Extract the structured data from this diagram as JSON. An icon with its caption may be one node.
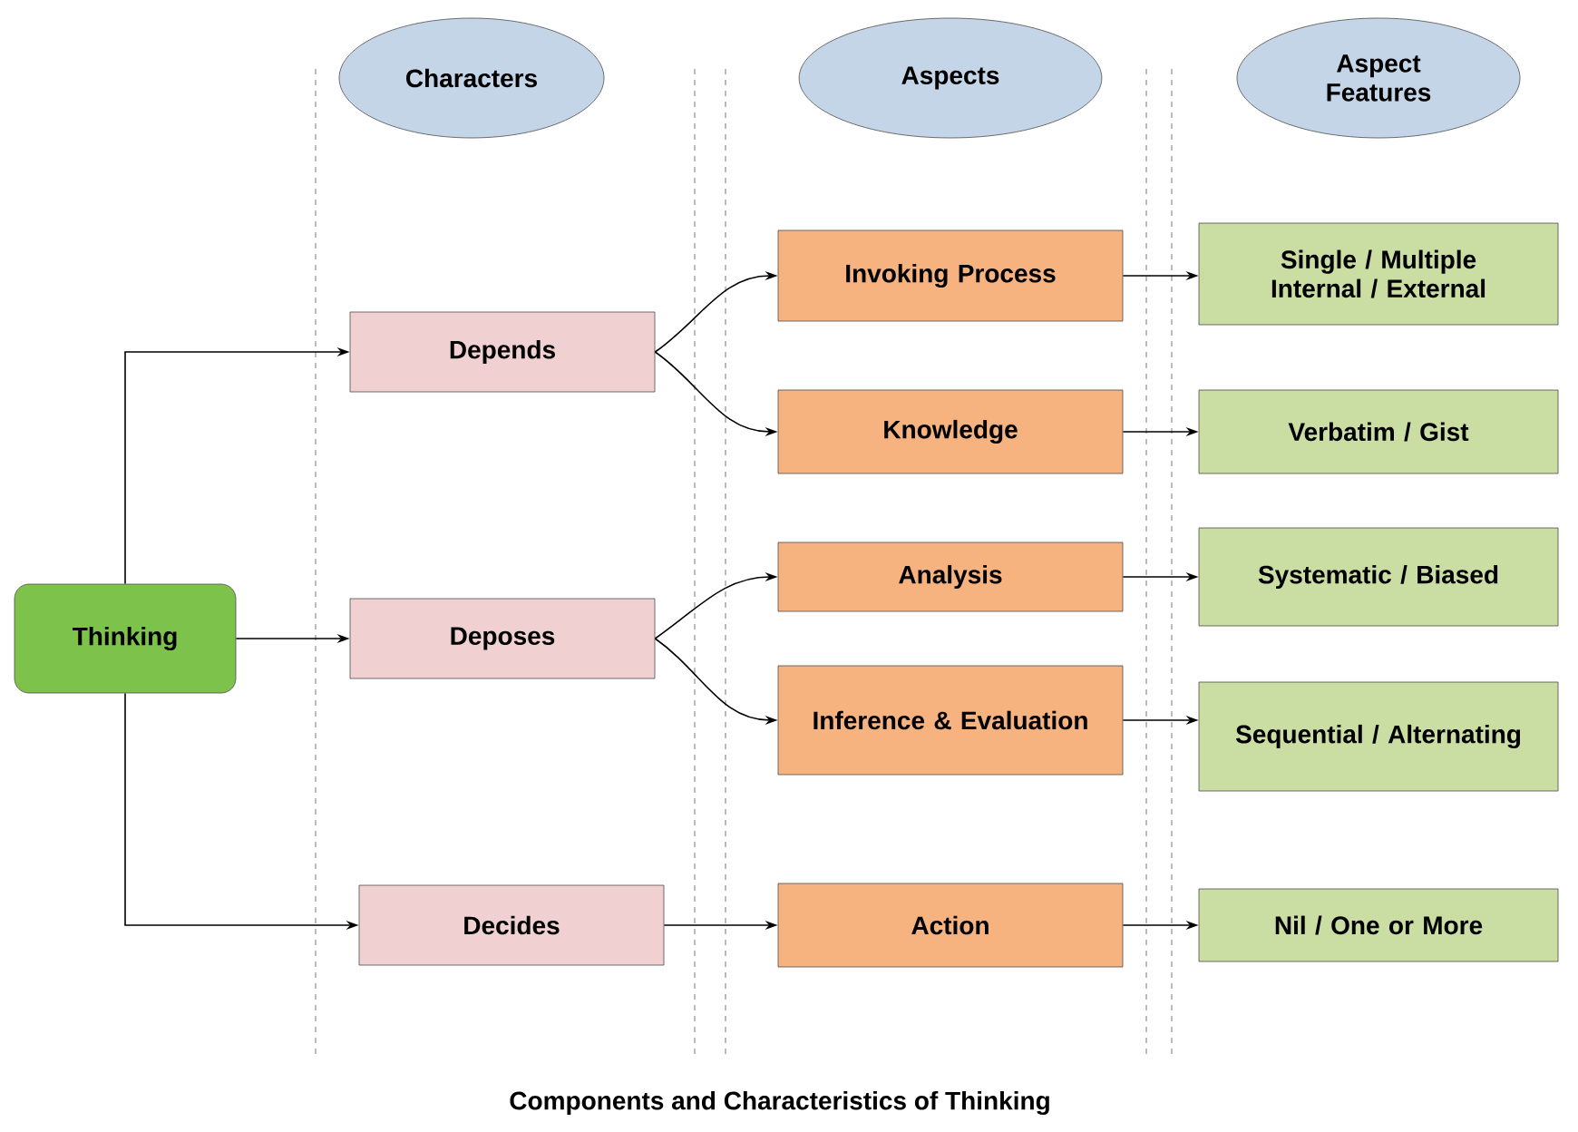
{
  "diagram": {
    "caption": "Components and Characteristics  of Thinking",
    "nodes": [
      {
        "text": [
          "Characters"
        ]
      },
      {
        "text": [
          "Aspects"
        ]
      },
      {
        "text": [
          "Aspect Features"
        ]
      },
      {
        "text": [
          "Thinking"
        ]
      },
      {
        "text": [
          "Depends"
        ]
      },
      {
        "text": [
          "Deposes"
        ]
      },
      {
        "text": [
          "Decides"
        ]
      },
      {
        "text": [
          "Invoking Process"
        ]
      },
      {
        "text": [
          "Knowledge"
        ]
      },
      {
        "text": [
          "Analysis"
        ]
      },
      {
        "text": [
          "Inference & Evaluation"
        ]
      },
      {
        "text": [
          "Action"
        ]
      },
      {
        "text": [
          "Single / Multiple Internal / External"
        ]
      },
      {
        "text": [
          "Verbatim / Gist"
        ]
      },
      {
        "text": [
          "Systematic / Biased"
        ]
      },
      {
        "text": [
          "Sequential / Alternating"
        ]
      },
      {
        "text": [
          "Nil / One or More"
        ]
      }
    ],
    "edges": [
      {
        "from": 3,
        "to": 4,
        "arrow": "to"
      },
      {
        "from": 3,
        "to": 5,
        "arrow": "to"
      },
      {
        "from": 3,
        "to": 6,
        "arrow": "to"
      },
      {
        "from": 4,
        "to": 7,
        "arrow": "to"
      },
      {
        "from": 4,
        "to": 8,
        "arrow": "to"
      },
      {
        "from": 5,
        "to": 9,
        "arrow": "to"
      },
      {
        "from": 5,
        "to": 10,
        "arrow": "to"
      },
      {
        "from": 6,
        "to": 11,
        "arrow": "to"
      },
      {
        "from": 7,
        "to": 12,
        "arrow": "to"
      },
      {
        "from": 8,
        "to": 13,
        "arrow": "to"
      },
      {
        "from": 9,
        "to": 14,
        "arrow": "to"
      },
      {
        "from": 10,
        "to": 15,
        "arrow": "to"
      },
      {
        "from": 11,
        "to": 16,
        "arrow": "to"
      }
    ]
  }
}
